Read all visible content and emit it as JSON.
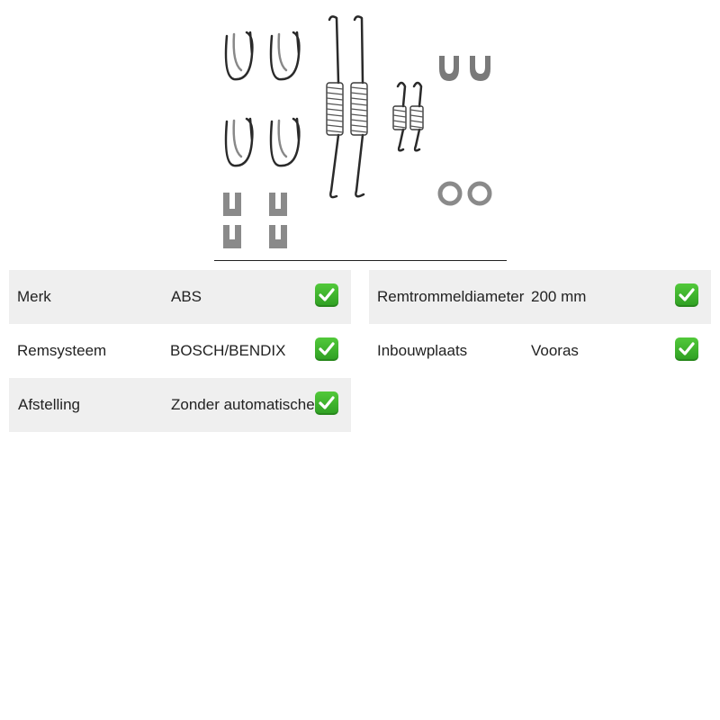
{
  "image": {
    "name": "brake-shoe-accessory-kit-image"
  },
  "specs": {
    "left": [
      {
        "label": "Merk",
        "value": "ABS"
      },
      {
        "label": "Remsysteem",
        "value": "BOSCH/BENDIX"
      },
      {
        "label": "Afstelling",
        "value": "Zonder automatische st"
      }
    ],
    "right": [
      {
        "label": "Remtrommeldiameter",
        "value": "200 mm"
      },
      {
        "label": "Inbouwplaats",
        "value": "Vooras"
      }
    ]
  },
  "icons": {
    "check": "check-mark-button-icon",
    "check_color": "#3db52d"
  }
}
